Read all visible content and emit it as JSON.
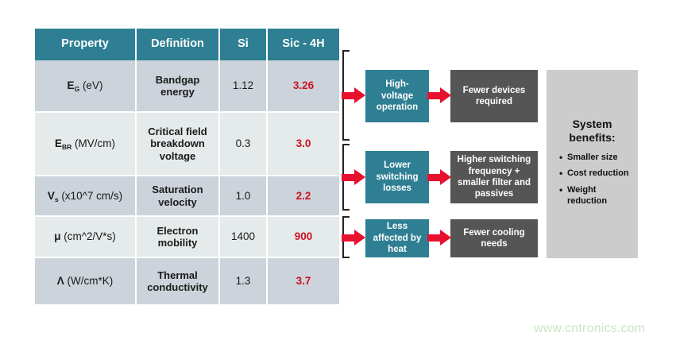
{
  "table": {
    "headers": [
      "Property",
      "Definition",
      "Si",
      "Sic - 4H"
    ],
    "rows": [
      {
        "symbol": "E",
        "subscript": "G",
        "units": " (eV)",
        "definition": "Bandgap energy",
        "si": "1.12",
        "sic": "3.26"
      },
      {
        "symbol": "E",
        "subscript": "BR",
        "units": " (MV/cm)",
        "definition": "Critical field breakdown voltage",
        "si": "0.3",
        "sic": "3.0"
      },
      {
        "symbol": "V",
        "subscript": "s",
        "units": " (x10^7 cm/s)",
        "definition": "Saturation velocity",
        "si": "1.0",
        "sic": "2.2"
      },
      {
        "symbol": "μ",
        "subscript": "",
        "units": " (cm^2/V*s)",
        "definition": "Electron mobility",
        "si": "1400",
        "sic": "900"
      },
      {
        "symbol": "Λ",
        "subscript": "",
        "units": " (W/cm*K)",
        "definition": "Thermal conductivity",
        "si": "1.3",
        "sic": "3.7"
      }
    ]
  },
  "flow": {
    "rows": [
      {
        "cause": "High-voltage operation",
        "effect": "Fewer devices required"
      },
      {
        "cause": "Lower switching losses",
        "effect": "Higher switching frequency + smaller filter and passives"
      },
      {
        "cause": "Less affected by heat",
        "effect": "Fewer cooling needs"
      }
    ]
  },
  "benefits": {
    "title": "System benefits:",
    "items": [
      "Smaller size",
      "Cost reduction",
      "Weight reduction"
    ]
  },
  "watermark": "www.cntronics.com",
  "colors": {
    "teal": "#2e7f93",
    "dark_gray": "#555555",
    "red_accent": "#cc1122",
    "arrow_red": "#e8112d",
    "row_dark": "#ccd3da",
    "row_light": "#e5eaeb",
    "panel_gray": "#cccccc",
    "watermark_green": "#c9e6c1"
  }
}
